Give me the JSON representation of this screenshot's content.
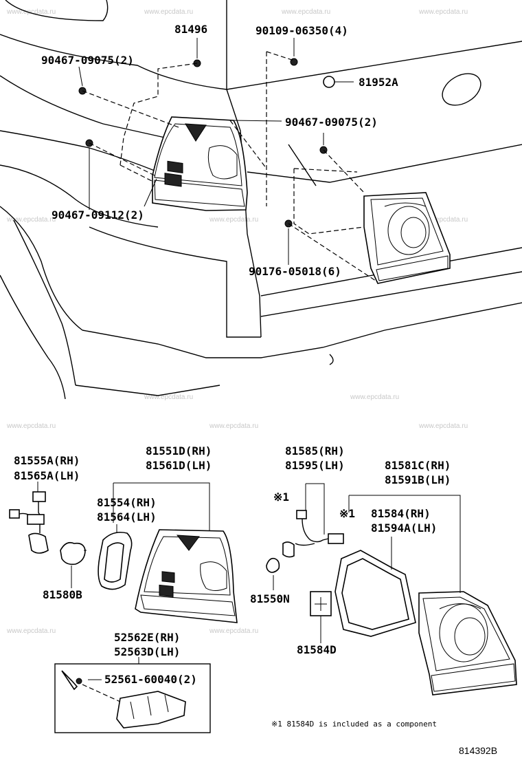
{
  "watermark": "www.epcdata.ru",
  "labels": {
    "l81496": "81496",
    "l90109": "90109-06350(4)",
    "l90467a": "90467-09075(2)",
    "l81952a": "81952A",
    "l90467b": "90467-09075(2)",
    "l90467_09112": "90467-09112(2)",
    "l90176": "90176-05018(6)",
    "l81555a": "81555A(RH)",
    "l81565a": "81565A(LH)",
    "l81551d": "81551D(RH)",
    "l81561d": "81561D(LH)",
    "l81554": "81554(RH)",
    "l81564": "81564(LH)",
    "l81580b": "81580B",
    "l81585": "81585(RH)",
    "l81595": "81595(LH)",
    "l81581c": "81581C(RH)",
    "l81591b": "81591B(LH)",
    "mark1a": "※1",
    "mark1b": "※1",
    "l81584": "81584(RH)",
    "l81594a": "81594A(LH)",
    "l81550n": "81550N",
    "l81584d": "81584D",
    "l52562e": "52562E(RH)",
    "l52563d": "52563D(LH)",
    "l52561": "52561-60040(2)"
  },
  "footnote": "※1 81584D is included as a component",
  "diagram_id": "814392B"
}
